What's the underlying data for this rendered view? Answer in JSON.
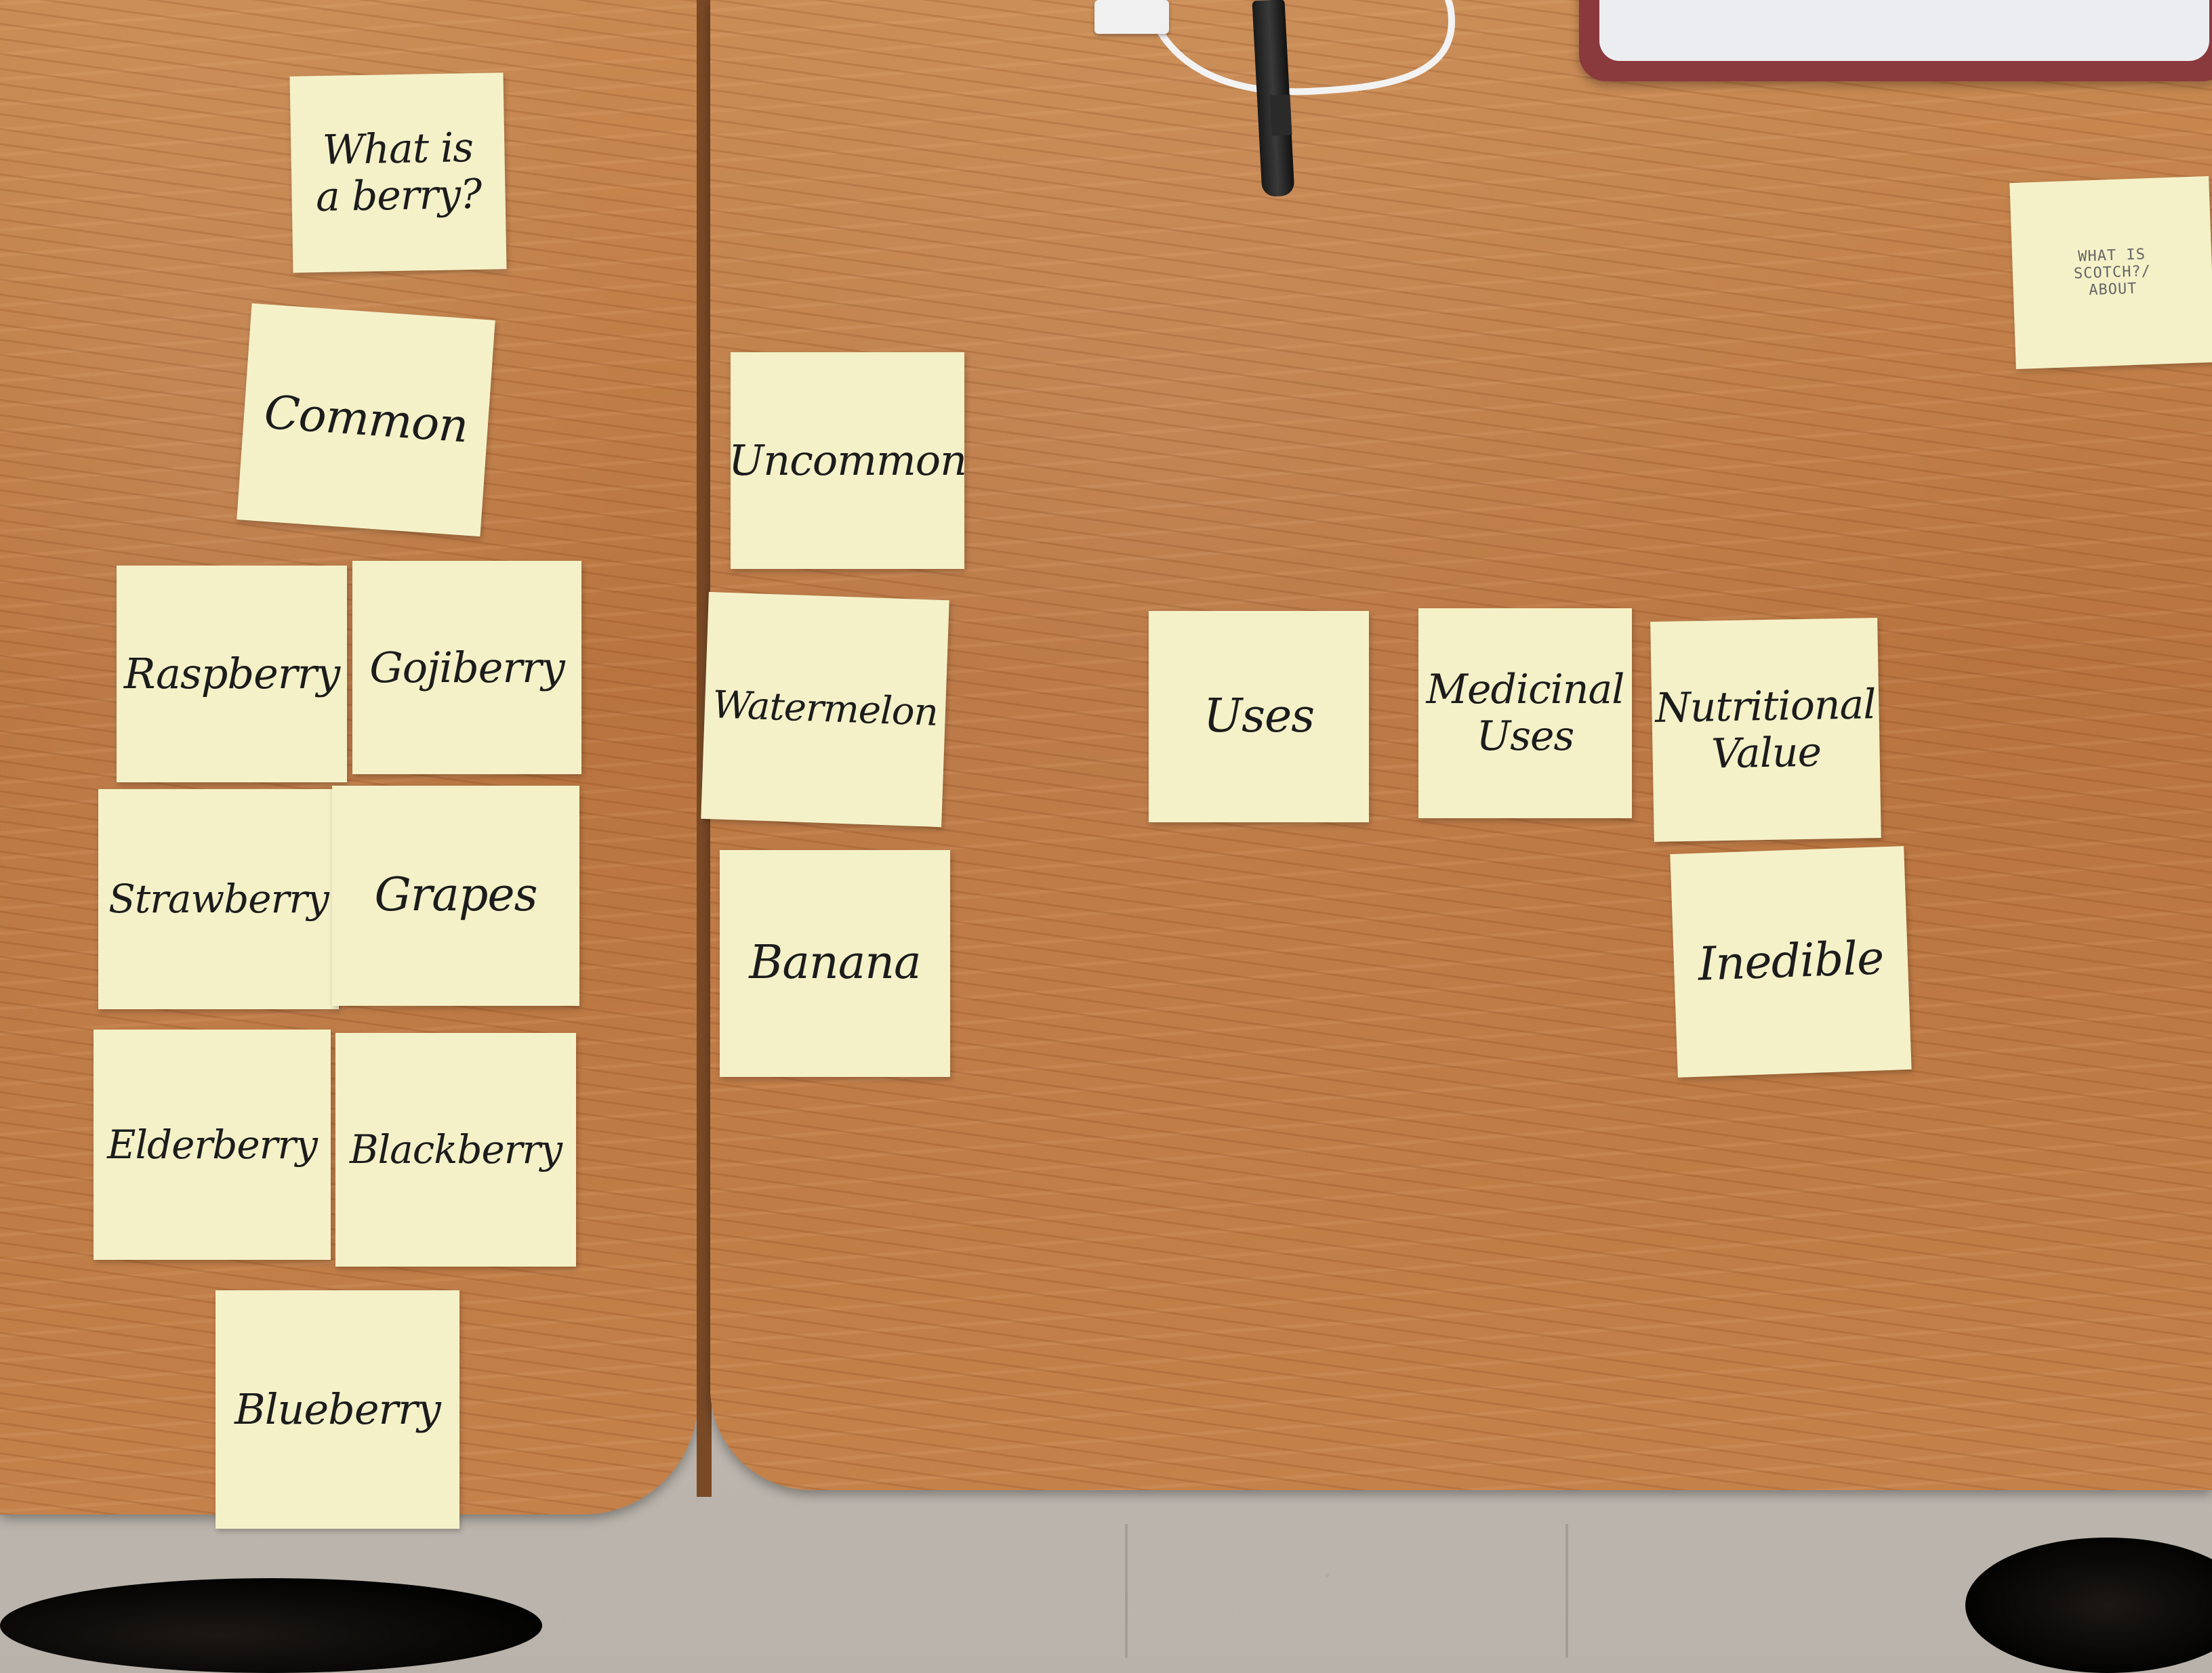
{
  "notes": {
    "what_is_a_berry": "What is\na berry?",
    "common": "Common",
    "raspberry": "Raspberry",
    "gojiberry": "Gojiberry",
    "strawberry": "Strawberry",
    "grapes": "Grapes",
    "elderberry": "Elderberry",
    "blackberry": "Blackberry",
    "blueberry": "Blueberry",
    "uncommon": "Uncommon",
    "watermelon": "Watermelon",
    "banana": "Banana",
    "uses": "Uses",
    "medicinal_uses": "Medicinal\nUses",
    "nutritional_value": "Nutritional\nValue",
    "inedible": "Inedible",
    "what_is_scotch": "WHAT IS\nSCOTCH?/\nABOUT"
  },
  "colors": {
    "note_yellow": "#f4f0c8",
    "table_wood": "#c4814a",
    "ink": "#1c1c1c"
  }
}
